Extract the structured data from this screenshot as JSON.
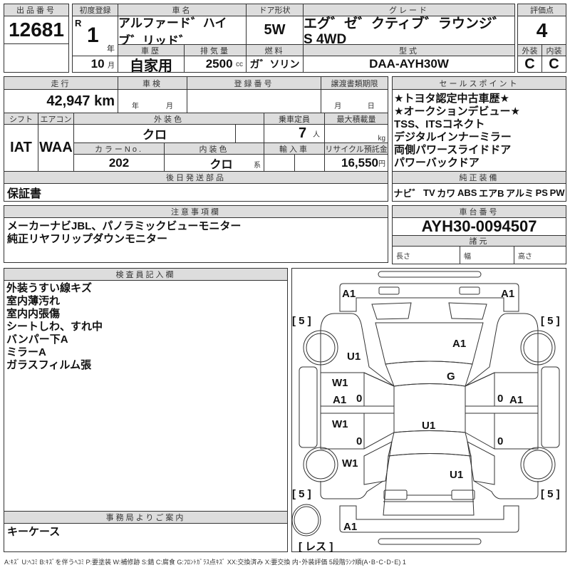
{
  "header": {
    "lot_label": "出品番号",
    "lot_number": "12681",
    "first_reg_label": "初度登録",
    "era": "R",
    "year": "1",
    "year_unit": "年",
    "month": "10",
    "month_unit": "月",
    "car_name_label": "車名",
    "car_name": "アルファード゛ハイブ゛リッド゛",
    "door_label": "ドア形状",
    "door": "5W",
    "grade_label": "グレード",
    "grade": "エグ゛ゼ゛クティブ゛ラウンジ゛S 4WD",
    "score_label": "評価点",
    "score": "4",
    "history_label": "車歴",
    "history": "自家用",
    "displacement_label": "排気量",
    "displacement": "2500",
    "displacement_unit": "cc",
    "fuel_label": "燃料",
    "fuel": "ガ゛ソリン",
    "model_label": "型式",
    "model": "DAA-AYH30W",
    "exterior_label": "外装",
    "exterior": "C",
    "interior_label": "内装",
    "interior": "C"
  },
  "details": {
    "mileage_label": "走行",
    "mileage": "42,947 km",
    "inspection_label": "車検",
    "inspection_year_unit": "年",
    "inspection_month_unit": "月",
    "reg_number_label": "登録番号",
    "transfer_label": "譲渡書類期限",
    "transfer_month_unit": "月",
    "transfer_day_unit": "日",
    "shift_label": "シフト",
    "shift": "IAT",
    "ac_label": "エアコン",
    "ac": "WAA",
    "color_label": "外装色",
    "color": "クロ",
    "capacity_label": "乗車定員",
    "capacity": "7",
    "capacity_unit": "人",
    "max_load_label": "最大積載量",
    "max_load_unit": "kg",
    "color_no_label": "カラーNo.",
    "color_no": "202",
    "interior_color_label": "内装色",
    "interior_color": "クロ",
    "interior_color_unit": "系",
    "import_label": "輸入車",
    "recycle_label": "リサイクル預託金",
    "recycle": "16,550",
    "recycle_unit": "円",
    "later_parts_label": "後日発送部品",
    "later_parts": "保証書"
  },
  "sales_points": {
    "label": "セールスポイント",
    "items": [
      "★トヨタ認定中古車歴★",
      "★オークションデビュー★",
      "TSS、ITSコネクト",
      "デジタルインナーミラー",
      "両側パワースライドドア",
      "パワーバックドア"
    ]
  },
  "equipment": {
    "label": "純正装備",
    "items": [
      "ナビ゛",
      "TV",
      "カワ",
      "ABS",
      "エアB",
      "アルミ",
      "PS",
      "PW"
    ]
  },
  "notes": {
    "label": "注意事項欄",
    "lines": [
      "メーカーナビJBL、パノラミックビューモニター",
      "純正リヤフリップダウンモニター"
    ]
  },
  "chassis": {
    "label": "車台番号",
    "number": "AYH30-0094507",
    "spec_label": "諸元",
    "length_label": "長さ",
    "width_label": "幅",
    "height_label": "高さ"
  },
  "inspector": {
    "label": "検査員記入欄",
    "lines": [
      "外装うすい線キズ",
      "室内薄汚れ",
      "室内内張傷",
      "シートしわ、すれ中",
      "バンパー下A",
      "ミラーA",
      "ガラスフィルム張"
    ]
  },
  "office": {
    "label": "事務局よりご案内",
    "text": "キーケース"
  },
  "diagram": {
    "front_bumper_left": "A1",
    "front_bumper_right": "A1",
    "tire_fl": "[ 5 ]",
    "tire_fr": "[ 5 ]",
    "tire_rl": "[ 5 ]",
    "tire_rr": "[ 5 ]",
    "left_front_fender": "U1",
    "hood": "A1",
    "windshield": "G",
    "left_front_door_1": "W1",
    "left_front_door_2": "A1",
    "right_front_door": "A1",
    "left_rear_door": "W1",
    "roof": "U1",
    "left_rear_quarter": "W1",
    "rear_gate": "U1",
    "rear_bumper": "A1",
    "spare_tire": "[ レス ]",
    "marker_0": "0",
    "marker_1": "0",
    "marker_2": "0",
    "marker_3": "0"
  },
  "legend": "A:ｷｽﾞ U:ﾍｺﾐ B:ｷｽﾞを伴うﾍｺﾐ P:要塗装 W:補修跡 S:錆 C:腐食 G:ﾌﾛﾝﾄｶﾞﾗｽ点ｷｽﾞ XX:交換済み X:要交換  内･外装評価  5段階ﾗﾝｸ順(A･B･C･D･E) 1"
}
